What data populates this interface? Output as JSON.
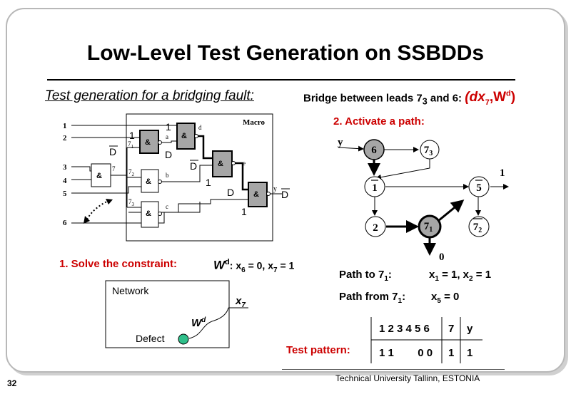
{
  "slide": {
    "title": "Low-Level Test Generation on SSBDDs",
    "subtitle": "Test generation for a bridging fault:",
    "bridge_prefix": "Bridge between leads 7",
    "bridge_sub": "3",
    "bridge_mid": " and 6: ",
    "bridge_expr": "(dx",
    "bridge_expr_sub": "7",
    "bridge_expr_mid": ",W",
    "bridge_expr_sup": "d",
    "bridge_expr_end": ")",
    "page_number": "32",
    "university": "Technical University Tallinn, ESTONIA"
  },
  "circuit": {
    "macro_label": "Macro",
    "inputs": [
      "1",
      "2",
      "3",
      "4",
      "5",
      "6"
    ],
    "gate_symbol": "&",
    "branch_labels": {
      "stem": "7",
      "b1": "7",
      "b1_sub": "1",
      "b2": "7",
      "b2_sub": "2",
      "b3": "7",
      "b3_sub": "3"
    },
    "wire_labels": {
      "a": "a",
      "b": "b",
      "c": "c",
      "d": "d",
      "e": "e",
      "y": "y"
    },
    "values": {
      "v1a": "1",
      "v1b": "1",
      "d1": "D",
      "d2": "D",
      "d3": "D",
      "d4": "D",
      "d5": "D",
      "one1": "1",
      "one2": "1"
    }
  },
  "constraint": {
    "label": "1. Solve the constraint:",
    "w": "W",
    "w_sup": "d",
    "expr_a": ": x",
    "expr_a_sub": "6",
    "expr_b": " = 0, x",
    "expr_b_sub": "7",
    "expr_c": " = 1"
  },
  "network": {
    "label": "Network",
    "defect": "Defect",
    "w": "W",
    "w_sup": "d",
    "x": "x",
    "x_sub": "7"
  },
  "activate": {
    "label": "2.  Activate a path:",
    "y": "y",
    "nodes": {
      "n6": "6",
      "n73": "7",
      "n73_sub": "3",
      "n1": "1",
      "n5": "5",
      "n2": "2",
      "n71": "7",
      "n71_sub": "1",
      "n72": "7",
      "n72_sub": "2"
    },
    "out1": "1",
    "out0": "0"
  },
  "paths": {
    "to_label": "Path to 7",
    "to_sub": "1",
    "to_colon": ":",
    "to_expr_a": "x",
    "to_expr_a_sub": "1",
    "to_expr_b": " = 1, x",
    "to_expr_b_sub": "2",
    "to_expr_c": " = 1",
    "from_label": "Path from 7",
    "from_sub": "1",
    "from_colon": ":",
    "from_expr_a": "x",
    "from_expr_a_sub": "5",
    "from_expr_b": " = 0"
  },
  "test_pattern": {
    "label": "Test pattern:",
    "header": [
      "1 2 3 4 5 6",
      "7",
      "y"
    ],
    "row": [
      "1 1        0 0",
      "1",
      "1"
    ]
  },
  "colors": {
    "accent_red": "#cc0000",
    "gate_fill": "#a6a6a6",
    "node_fill": "#a6a6a6",
    "defect_fill": "#2fbf8a"
  }
}
